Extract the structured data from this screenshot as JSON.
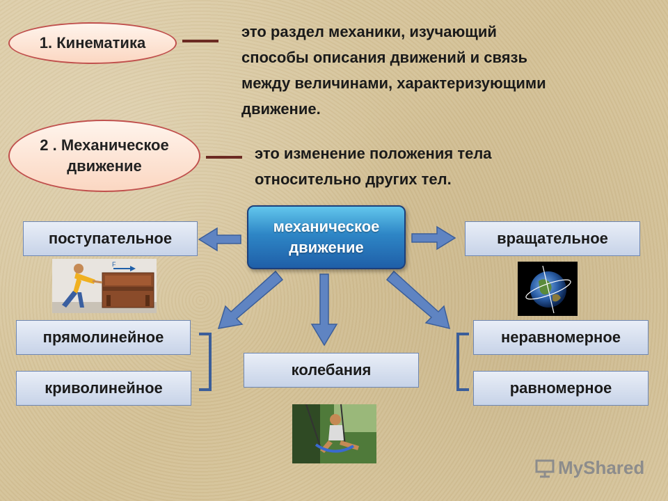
{
  "kinematics": {
    "term": "1. Кинематика",
    "definition_lines": [
      "это раздел механики, изучающий",
      "способы описания движений и связь",
      "между величинами, характеризующими",
      "движение."
    ]
  },
  "mech_motion": {
    "term_lines": [
      "2 . Механическое",
      "движение"
    ],
    "definition_lines": [
      "это изменение положения тела",
      "относительно других тел."
    ]
  },
  "diagram": {
    "center_lines": [
      "механическое",
      "движение"
    ],
    "translational": "поступательное",
    "rotational": "вращательное",
    "rectilinear": "прямолинейное",
    "curvilinear": "криволинейное",
    "oscillations": "колебания",
    "nonuniform": "неравномерное",
    "uniform": "равномерное"
  },
  "images": {
    "piano_force_label": "F"
  },
  "watermark": {
    "text": "MyShared"
  },
  "colors": {
    "arrow_fill": "#5f84c2",
    "arrow_stroke": "#3b5e9a",
    "ellipse_border": "#c0504d",
    "center_box": "#2e86c6",
    "dash": "#6b2a22"
  }
}
